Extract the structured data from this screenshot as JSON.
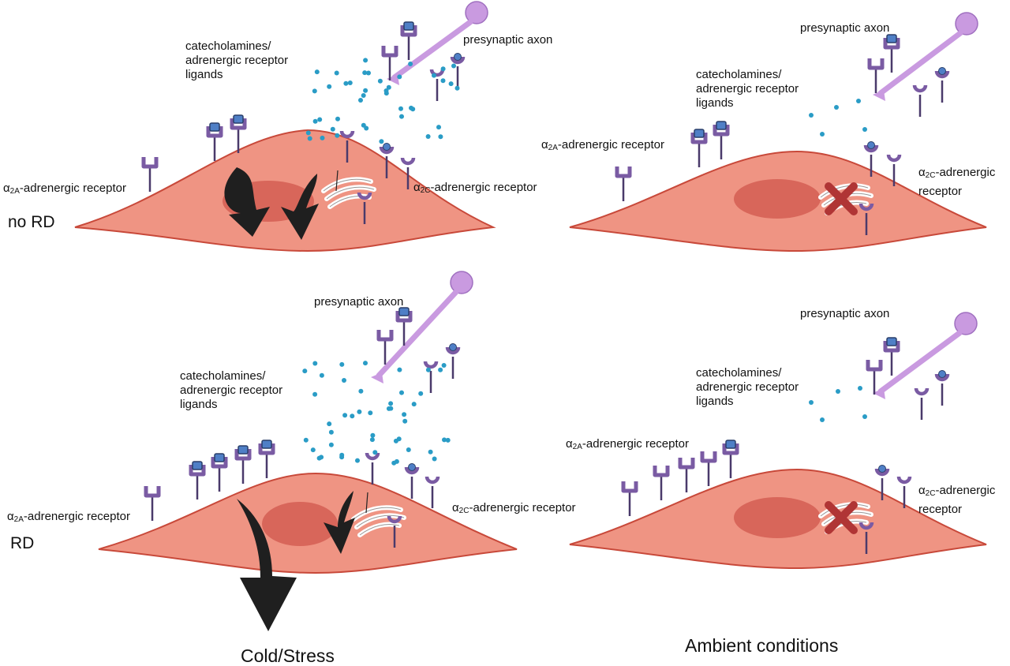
{
  "labels": {
    "presynaptic_axon": "presynaptic axon",
    "catecholamines": "catecholamines/\nadrenergic receptor\nligands",
    "alpha_prefix": "α",
    "sub_2a": "2A",
    "sub_2c": "2C",
    "receptor_suffix": "-adrenergic receptor",
    "receptor_suffix_wrapped": "-adrenergic\nreceptor",
    "no_rd": "no RD",
    "rd": "RD",
    "cold_stress": "Cold/Stress",
    "ambient": "Ambient conditions"
  },
  "colors": {
    "cell_body": "#ef9483",
    "cell_edge": "#c8493a",
    "nucleus": "#d8665a",
    "ligand_dot": "#2a9cc6",
    "receptor": "#7a5ba3",
    "receptor_dark": "#4a3a6b",
    "axon": "#c99ae0",
    "arrow": "#1f1f1f",
    "cross": "#b03535"
  },
  "panels": [
    {
      "id": "top-left",
      "condition": "no RD",
      "arrows": "two-small-down"
    },
    {
      "id": "top-right",
      "condition": "ambient",
      "arrows": "blocked"
    },
    {
      "id": "bottom-left",
      "condition": "RD",
      "arrows": "large-down"
    },
    {
      "id": "bottom-right",
      "condition": "ambient",
      "arrows": "blocked"
    }
  ]
}
